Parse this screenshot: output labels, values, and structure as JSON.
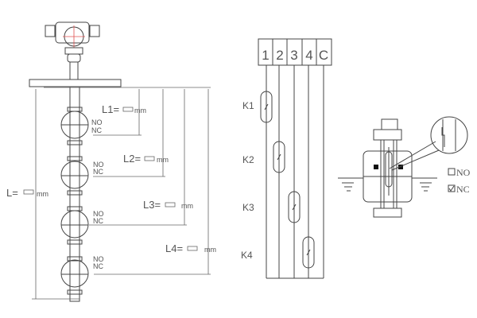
{
  "left_diagram": {
    "total_length_label": "L=",
    "unit": "mm",
    "levels": [
      {
        "label": "L1=",
        "no": "NO",
        "nc": "NC"
      },
      {
        "label": "L2=",
        "no": "NO",
        "nc": "NC"
      },
      {
        "label": "L3=",
        "no": "NO",
        "nc": "NC"
      },
      {
        "label": "L4=",
        "no": "NO",
        "nc": "NC"
      }
    ]
  },
  "wiring_diagram": {
    "terminals": [
      "1",
      "2",
      "3",
      "4",
      "C"
    ],
    "switches": [
      "K1",
      "K2",
      "K3",
      "K4"
    ]
  },
  "detail_diagram": {
    "options": [
      {
        "label": "NO",
        "checked": false
      },
      {
        "label": "NC",
        "checked": true
      }
    ]
  },
  "colors": {
    "line": "#444444",
    "accent_red": "#e05050"
  }
}
